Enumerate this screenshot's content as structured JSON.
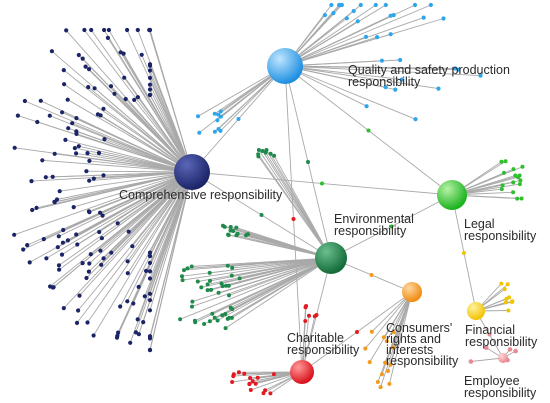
{
  "diagram": {
    "hubs": [
      {
        "id": "comprehensive",
        "label_lines": [
          "Comprehensive responsibility"
        ],
        "color": "#1b2466",
        "highlight": "#5a66b8"
      },
      {
        "id": "quality",
        "label_lines": [
          "Quality and safety production",
          "responsibility"
        ],
        "color": "#1d8fe0",
        "highlight": "#bfe6ff"
      },
      {
        "id": "legal",
        "label_lines": [
          "Legal",
          "responsibility"
        ],
        "color": "#19b21d",
        "highlight": "#b6f2a6"
      },
      {
        "id": "environmental",
        "label_lines": [
          "Environmental",
          "responsibility"
        ],
        "color": "#136b3a",
        "highlight": "#6bbf8e"
      },
      {
        "id": "consumers",
        "label_lines": [
          "Consumers'",
          "rights and",
          "interests",
          "responsibility"
        ],
        "color": "#f08a10",
        "highlight": "#ffd7a0"
      },
      {
        "id": "financial",
        "label_lines": [
          "Financial",
          "responsibility"
        ],
        "color": "#f2c300",
        "highlight": "#fff2a0"
      },
      {
        "id": "charitable",
        "label_lines": [
          "Charitable",
          "responsibility"
        ],
        "color": "#d8101a",
        "highlight": "#ff9a9a"
      },
      {
        "id": "employee",
        "label_lines": [
          "Employee",
          "responsibility"
        ],
        "color": "#e88a92",
        "highlight": "#ffd9dc"
      }
    ],
    "colors": {
      "edge": "#a9a9a9",
      "comprehensive_leaf": "#1b2466",
      "quality_leaf": "#2ea6ec",
      "legal_leaf": "#2dbf2d",
      "environmental_leaf": "#1f8a4c",
      "consumers_leaf": "#f39a1e",
      "financial_leaf": "#f2c300",
      "charitable_leaf": "#e21b23",
      "employee_leaf": "#e88a92"
    }
  }
}
